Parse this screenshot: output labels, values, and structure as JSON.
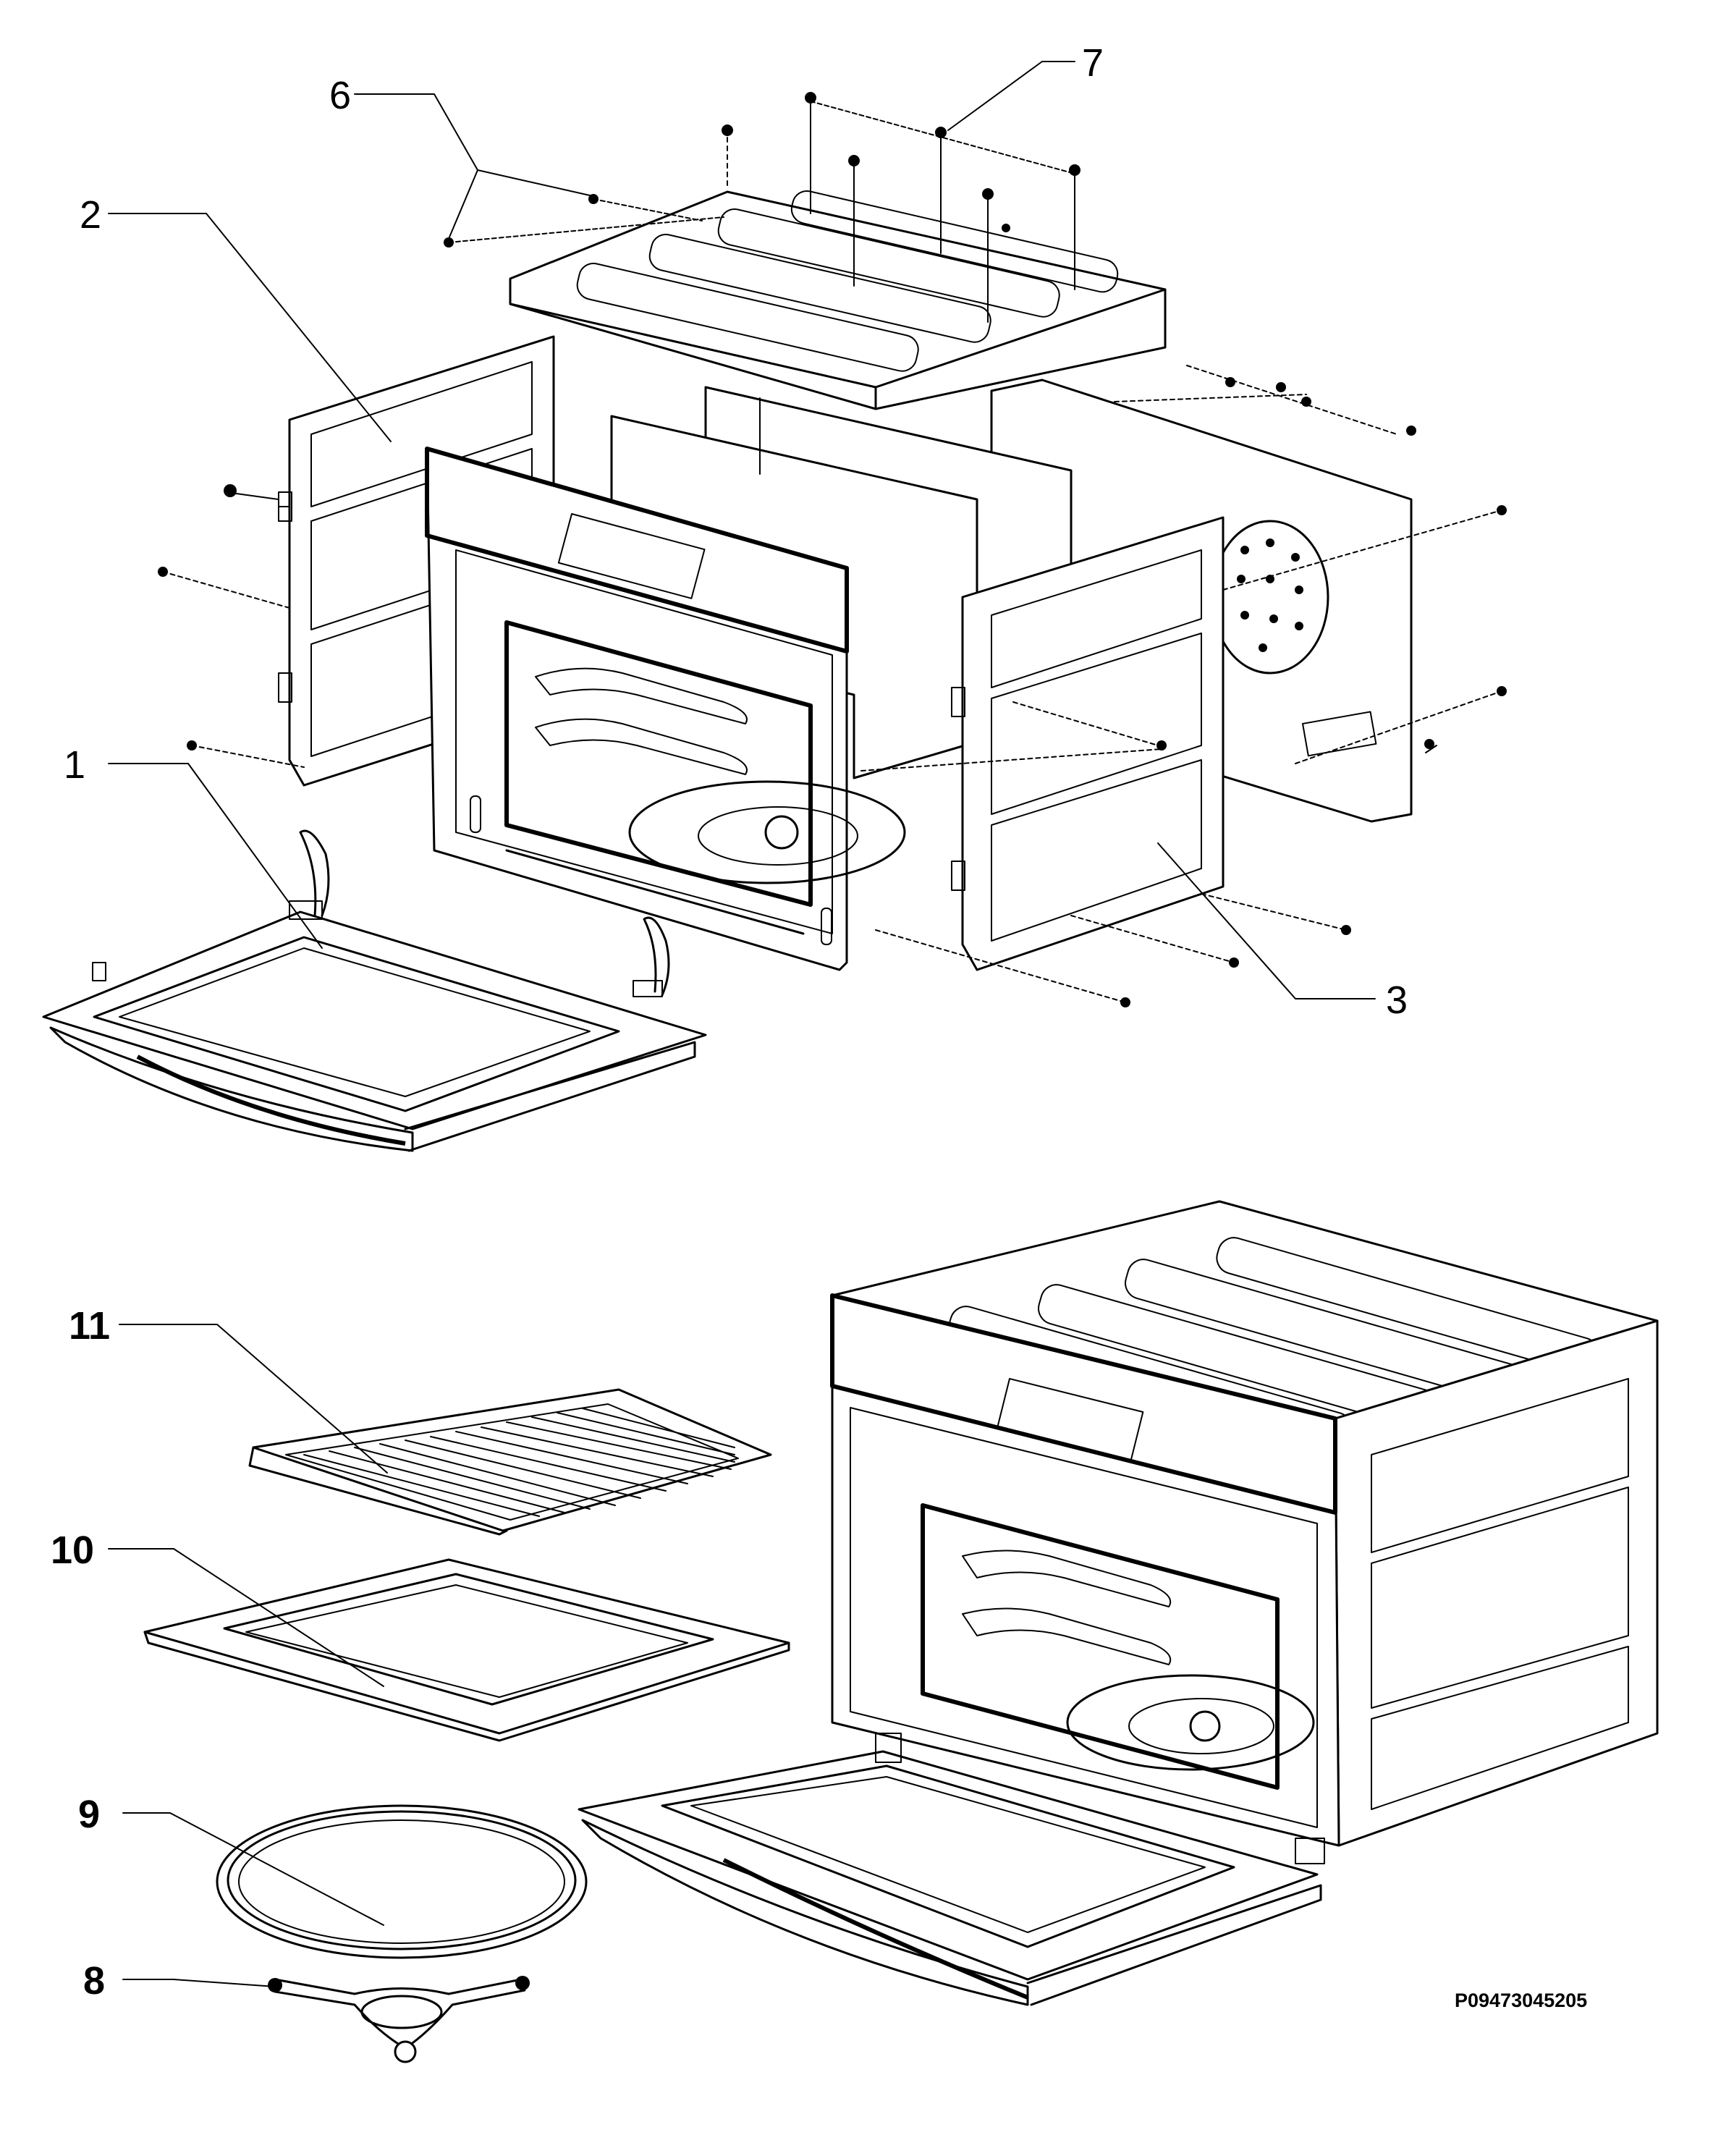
{
  "title": "",
  "callouts": [
    {
      "id": "1",
      "label": "1",
      "bold": false
    },
    {
      "id": "2",
      "label": "2",
      "bold": false
    },
    {
      "id": "3",
      "label": "3",
      "bold": false
    },
    {
      "id": "6",
      "label": "6",
      "bold": false
    },
    {
      "id": "7",
      "label": "7",
      "bold": false
    },
    {
      "id": "8",
      "label": "8",
      "bold": true
    },
    {
      "id": "9",
      "label": "9",
      "bold": true
    },
    {
      "id": "10",
      "label": "10",
      "bold": true
    },
    {
      "id": "11",
      "label": "11",
      "bold": true
    }
  ],
  "part_code": "P09473045205"
}
